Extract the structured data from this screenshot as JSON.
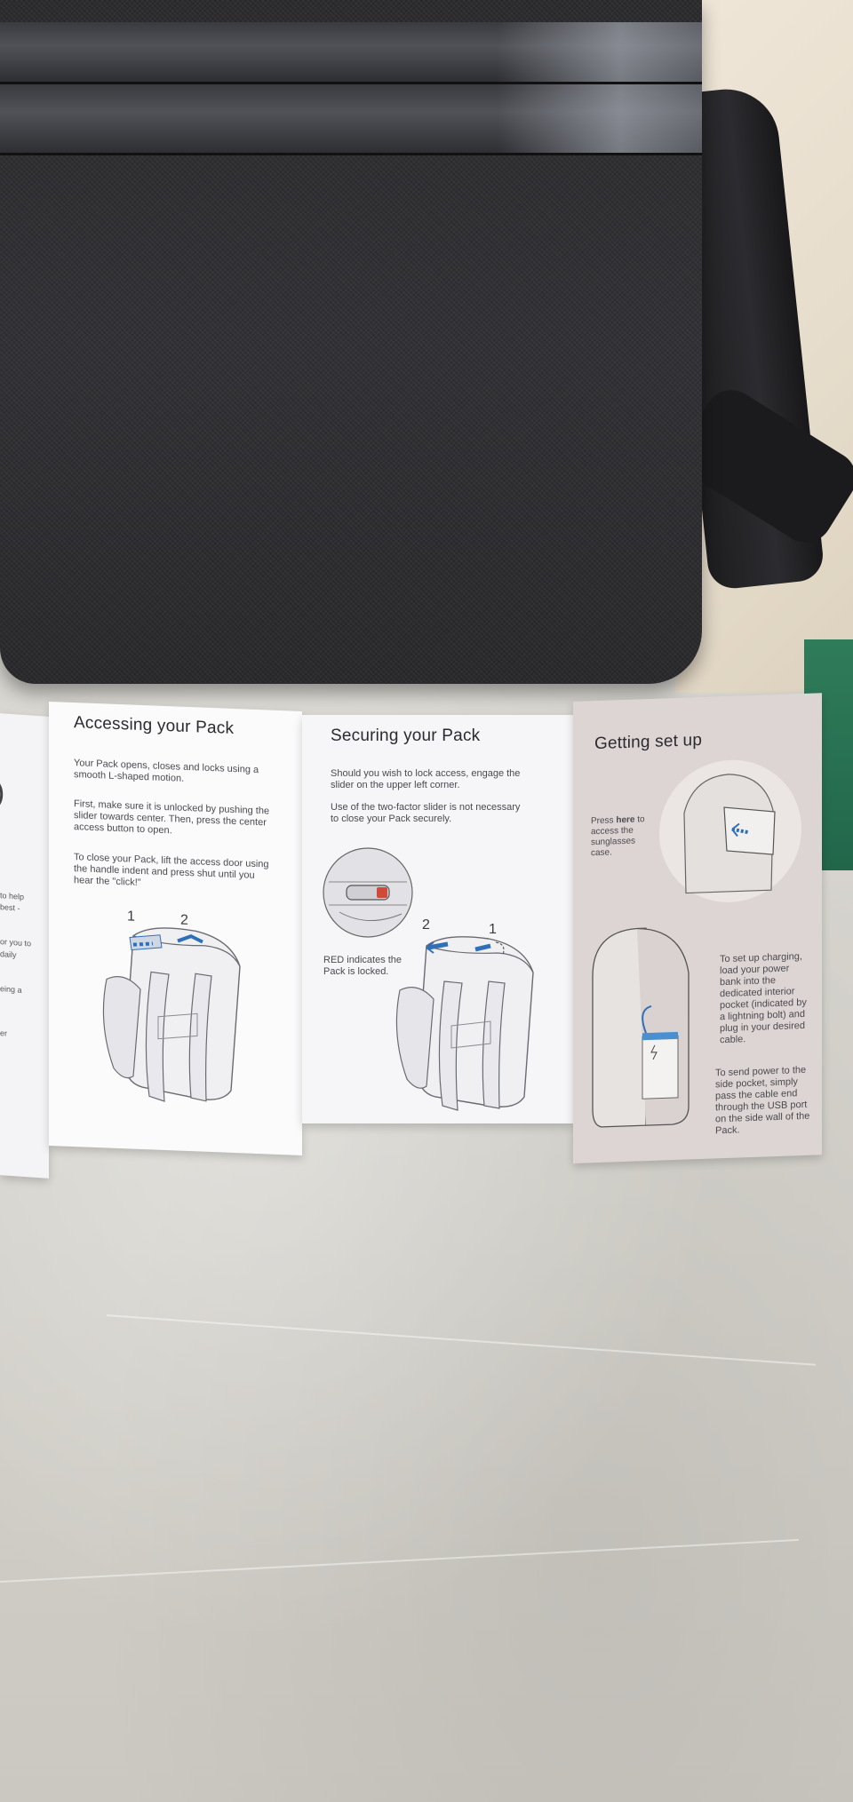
{
  "left_panel": {
    "glyph": ")",
    "fragments": [
      "to help",
      "best -",
      "or you to",
      "daily",
      "eing a",
      "er"
    ]
  },
  "accessing": {
    "title": "Accessing your Pack",
    "p1": "Your Pack opens, closes and locks using a smooth L-shaped motion.",
    "p2": "First, make sure it is unlocked by pushing the slider towards center. Then, press the center access button to open.",
    "p3": "To close your Pack, lift the access door using the handle indent and press shut until you hear the \"click!\"",
    "step_1": "1",
    "step_2": "2"
  },
  "securing": {
    "title": "Securing your Pack",
    "p1": "Should you wish to lock access, engage the slider on the upper left corner.",
    "p2": "Use of the two-factor slider is not necessary to close your Pack securely.",
    "caption": "RED indicates the Pack is locked.",
    "step_2": "2",
    "step_1": "1"
  },
  "setup": {
    "title": "Getting set up",
    "press_prefix": "Press ",
    "press_bold": "here",
    "press_suffix": " to access the sunglasses case.",
    "charging": "To set up charging, load your power bank into the dedicated interior pocket (indicated by a lightning bolt) and plug in your desired cable.",
    "side_power": "To send power to the side pocket, simply pass the cable end through the USB port on the side wall of the Pack."
  },
  "colors": {
    "accent_blue": "#2f6fb8",
    "lock_red": "#d0493a"
  }
}
